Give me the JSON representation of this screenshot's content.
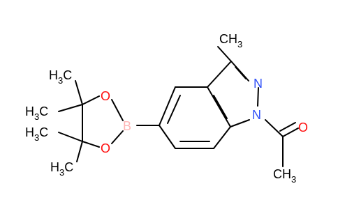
{
  "colors": {
    "carbon": "#000000",
    "nitrogen": "#3050f8",
    "oxygen": "#ff0d0d",
    "boron": "#ffb5b5",
    "background": "#ffffff"
  },
  "atom_labels": {
    "methyl_top": "CH",
    "methyl_top_sub": "3",
    "n2": "N",
    "n1": "N",
    "o_acetyl": "O",
    "b": "B",
    "o_upper": "O",
    "o_lower": "O",
    "ch3_top_left": "H",
    "ch3_top_left_sub": "3",
    "ch3_top_left_c": "C",
    "ch3_mid_left": "H",
    "ch3_mid_left_sub": "3",
    "ch3_mid_left_c": "C",
    "ch3_bottom_left": "H",
    "ch3_bottom_left_sub": "3",
    "ch3_bottom_left_c": "C",
    "ch3_bottom_right": "CH",
    "ch3_bottom_right_sub": "3"
  }
}
